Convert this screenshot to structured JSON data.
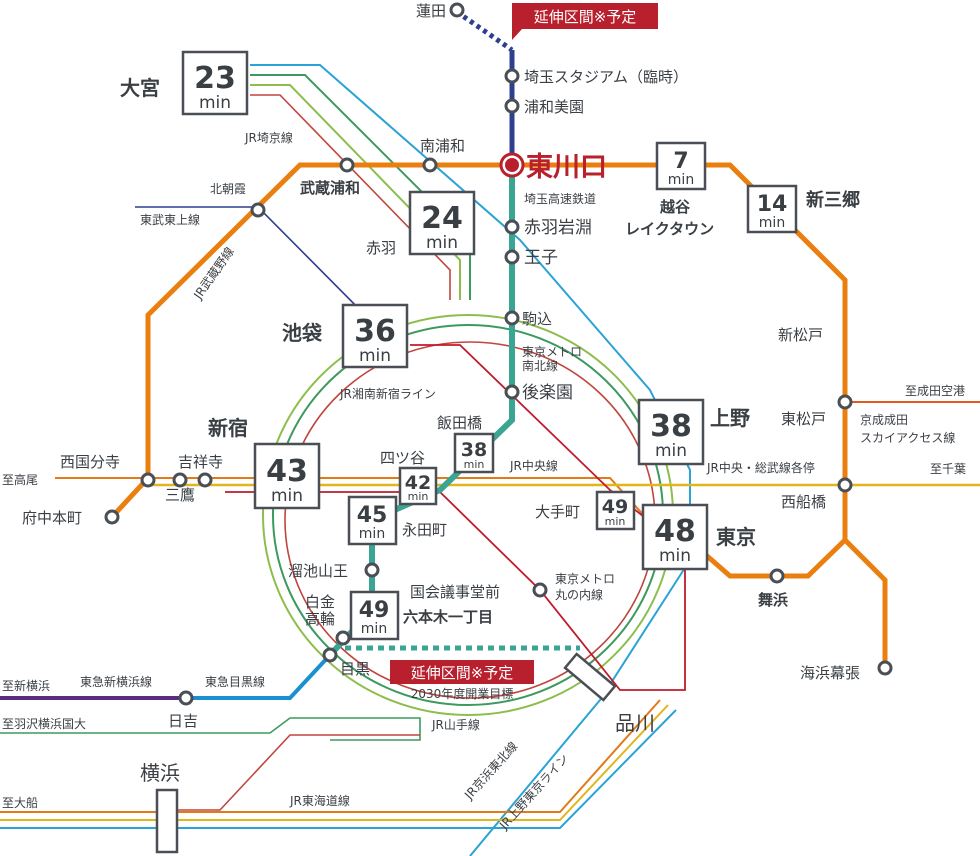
{
  "colors": {
    "musashino": "#ea7f0f",
    "saitama": "#2d3f8e",
    "namboku": "#3aa593",
    "marunouchi": "#c01b2c",
    "chuo": "#e27a18",
    "sobu": "#e1b61b",
    "highlight": "#b8202d",
    "toyoko": "#1a90d0",
    "shinyokohama": "#5a2c82"
  },
  "extension_labels": {
    "top": "延伸区間※予定",
    "bottom": "延伸区間※予定",
    "bottom_note": "2030年度開業目標"
  },
  "home_station": "東川口",
  "stations": {
    "hasuda": "蓮田",
    "saitama_stadium": "埼玉スタジアム（臨時）",
    "urawa_misono": "浦和美園",
    "akabane_iwabuchi": "赤羽岩淵",
    "oji": "王子",
    "komagome": "駒込",
    "korakuen": "後楽園",
    "iidabashi": "飯田橋",
    "yotsuya": "四ツ谷",
    "nagatacho": "永田町",
    "tameike": "溜池山王",
    "roppongi": "六本木一丁目",
    "shirokane": "白金\n高輪",
    "shirokane1": "白金",
    "shirokane2": "高輪",
    "meguro": "目黒",
    "kokkai": "国会議事堂前",
    "otemachi": "大手町",
    "minamiurawa": "南浦和",
    "musashiurawa": "武蔵浦和",
    "kitaasaka": "北朝霞",
    "akabane": "赤羽",
    "kichijoji": "吉祥寺",
    "mitaka": "三鷹",
    "nishikokubunji": "西国分寺",
    "fuchuhonmachi": "府中本町",
    "hiyoshi": "日吉",
    "shinmatsudo": "新松戸",
    "higashimatsudo": "東松戸",
    "nishifunabashi": "西船橋",
    "maihama": "舞浜",
    "kaihinmakuhari": "海浜幕張",
    "shinagawa": "品川",
    "yokohama": "横浜",
    "omiya": "大宮",
    "ikebukuro": "池袋",
    "shinjuku": "新宿",
    "ueno": "上野",
    "tokyo": "東京",
    "koshigaya1": "越谷",
    "koshigaya2": "レイクタウン",
    "shinmisato": "新三郷"
  },
  "times": {
    "omiya": "23",
    "akabane": "24",
    "ikebukuro": "36",
    "shinjuku": "43",
    "iidabashi": "38",
    "yotsuya": "42",
    "nagatacho": "45",
    "roppongi": "49",
    "ueno": "38",
    "tokyo": "48",
    "otemachi": "49",
    "koshigaya": "7",
    "shinmisato": "14",
    "unit": "min"
  },
  "line_labels": {
    "jr_saikyo": "JR埼京線",
    "tobu_tojo": "東武東上線",
    "jr_musashino": "JR武蔵野線",
    "saitama_railway": "埼玉高速鉄道",
    "namboku": "東京メトロ\n南北線",
    "namboku1": "東京メトロ",
    "namboku2": "南北線",
    "marunouchi1": "東京メトロ",
    "marunouchi2": "丸の内線",
    "shonan": "JR湘南新宿ライン",
    "chuo": "JR中央線",
    "chuo_sobu": "JR中央・総武線各停",
    "keisei1": "京成成田",
    "keisei2": "スカイアクセス線",
    "toyoko": "東急目黒線",
    "shinyokohama": "東急新横浜線",
    "yamanote": "JR山手線",
    "tokaido": "JR東海道線",
    "keihin": "JR京浜東北線",
    "ueno_tokyo": "JR上野東京ライン"
  },
  "destinations": {
    "takao": "至高尾",
    "narita": "至成田空港",
    "chiba": "至千葉",
    "shinyokohama": "至新横浜",
    "hazawa": "至羽沢横浜国大",
    "ofuna": "至大船"
  }
}
